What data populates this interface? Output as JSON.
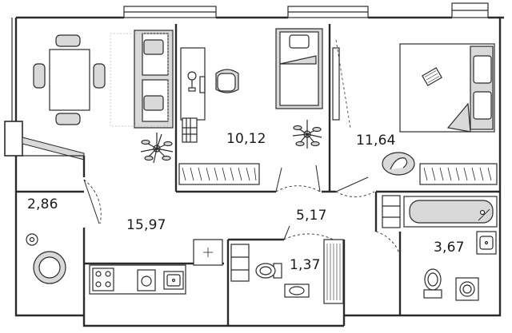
{
  "rooms": [
    {
      "id": "bedroom-1",
      "area": "10,12"
    },
    {
      "id": "bedroom-2",
      "area": "11,64"
    },
    {
      "id": "storage",
      "area": "2,86"
    },
    {
      "id": "living-kitchen",
      "area": "15,97"
    },
    {
      "id": "hallway",
      "area": "5,17"
    },
    {
      "id": "wc",
      "area": "1,37"
    },
    {
      "id": "bathroom",
      "area": "3,67"
    }
  ],
  "colors": {
    "wall": "#2b2b2b",
    "furniture_fill": "#d9d9d9",
    "line": "#333333",
    "background": "#ffffff"
  },
  "icons": [
    "plant-icon",
    "laptop-icon",
    "cat-bed-icon",
    "stove-icon",
    "washing-machine-icon",
    "toilet-icon",
    "sink-icon",
    "bathtub-icon"
  ]
}
